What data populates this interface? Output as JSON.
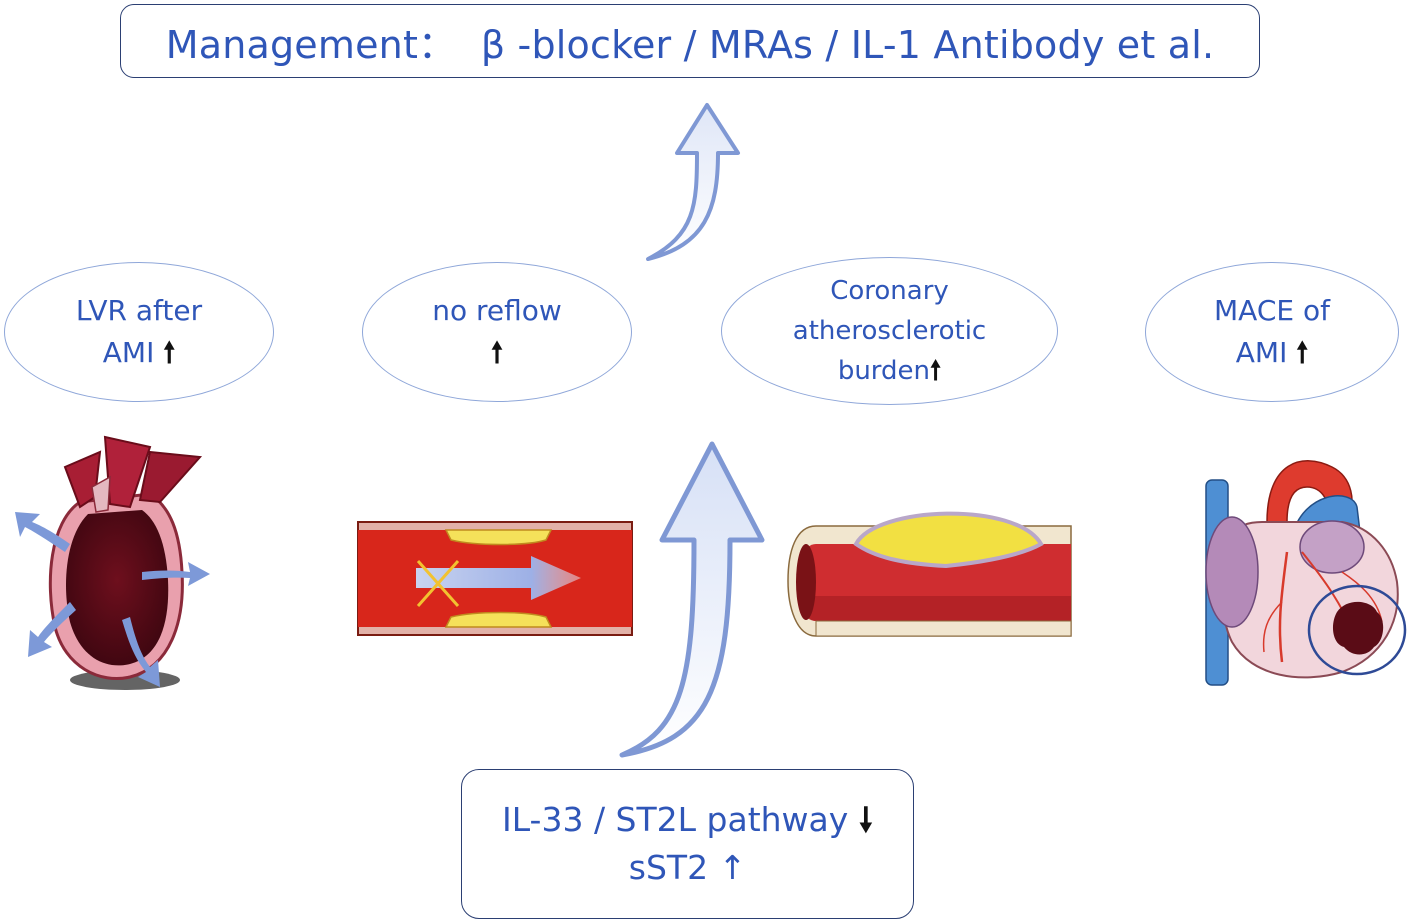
{
  "management": {
    "label": "Management：",
    "drugs": "β -blocker / MRAs / IL-1 Antibody et al."
  },
  "outcomes": [
    {
      "line1": "LVR after",
      "line2": "AMI",
      "arrow": "🠕"
    },
    {
      "line1": "no reflow",
      "line2": "",
      "arrow": "🠕"
    },
    {
      "line1": "Coronary",
      "line2": "atherosclerotic",
      "line3": "burden",
      "arrow": "🠕"
    },
    {
      "line1": "MACE of",
      "line2": "AMI",
      "arrow": "🠕"
    }
  ],
  "pathway": {
    "line1": "IL-33 / ST2L pathway",
    "arrow1": "🠗",
    "line2": "sST2",
    "arrow2": "↑"
  },
  "colors": {
    "text_blue": "#2f56b8",
    "box_border": "#2b3f73",
    "ellipse_border": "#8fa7d9",
    "vessel_red": "#d42a1f",
    "plaque_yellow": "#f5e15a",
    "heart_dark": "#5a0c16"
  },
  "icons": [
    "heart-remodeling-icon",
    "no-reflow-vessel-icon",
    "plaque-artery-icon",
    "infarcted-heart-icon"
  ]
}
